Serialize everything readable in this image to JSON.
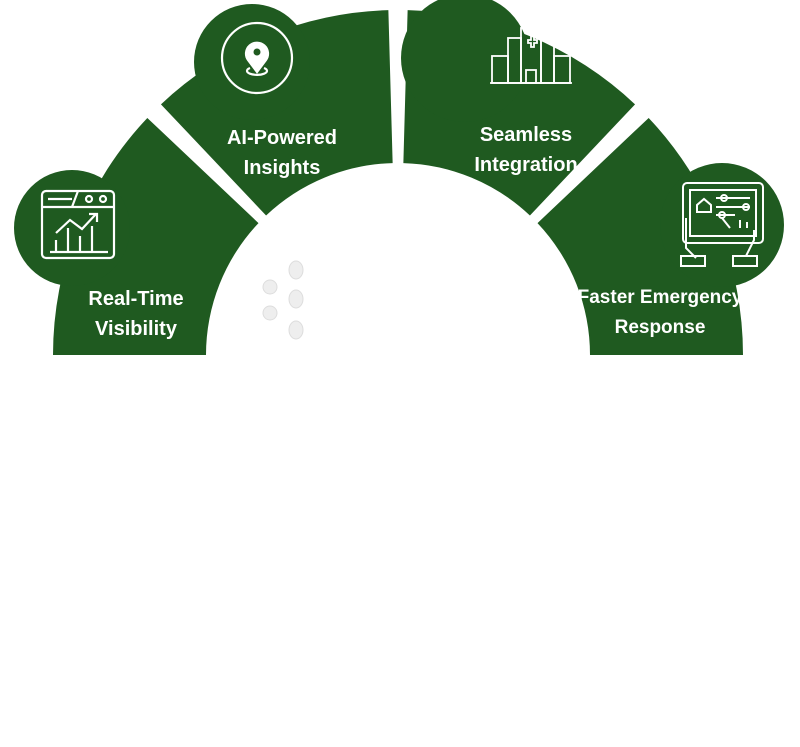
{
  "diagram": {
    "fill_color": "#1f5a20",
    "segments": [
      {
        "line1": "Real-Time",
        "line2": "Visibility",
        "icon": "analytics-chart-icon"
      },
      {
        "line1": "AI-Powered",
        "line2": "Insights",
        "icon": "location-pin-icon"
      },
      {
        "line1": "Seamless",
        "line2": "Integration",
        "icon": "hospital-building-icon"
      },
      {
        "line1": "Faster Emergency",
        "line2": "Response",
        "icon": "tablet-control-icon"
      }
    ]
  }
}
